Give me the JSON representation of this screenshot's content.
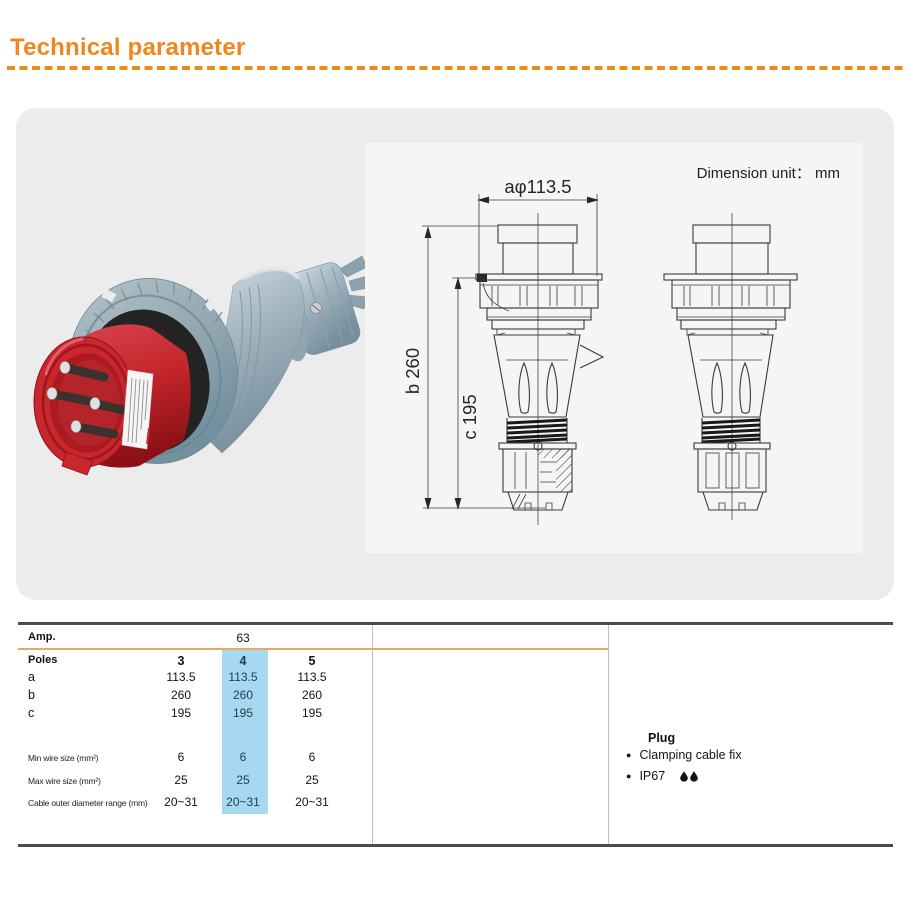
{
  "page": {
    "title": "Technical parameter"
  },
  "drawing": {
    "unit_label": "Dimension unit： mm",
    "dim_a_label": "aφ113.5",
    "dim_b_label": "b 260",
    "dim_c_label": "c 195"
  },
  "table": {
    "amp_label": "Amp.",
    "amp_value": "63",
    "poles_label": "Poles",
    "pole_columns": [
      "3",
      "4",
      "5"
    ],
    "highlighted_column": "4",
    "dim_rows": [
      {
        "label": "a",
        "values": [
          "113.5",
          "113.5",
          "113.5"
        ]
      },
      {
        "label": "b",
        "values": [
          "260",
          "260",
          "260"
        ]
      },
      {
        "label": "c",
        "values": [
          "195",
          "195",
          "195"
        ]
      }
    ],
    "wire_rows": [
      {
        "label": "Min wire size (mm²)",
        "values": [
          "6",
          "6",
          "6"
        ]
      },
      {
        "label": "Max wire size (mm²)",
        "values": [
          "25",
          "25",
          "25"
        ]
      },
      {
        "label": "Cable outer diameter range (mm)",
        "values": [
          "20~31",
          "20~31",
          "20~31"
        ]
      }
    ]
  },
  "info": {
    "heading": "Plug",
    "bullet": "●",
    "items": [
      "Clamping cable fix",
      "IP67"
    ]
  },
  "icons": {
    "after_ip67": "droplet-icon x2"
  },
  "colors": {
    "accent_orange": "#F0861C",
    "table_rule_orange": "#EBA761",
    "highlight_blue": "#A6D8F0",
    "card_gray": "#ECECEC",
    "panel_gray": "#F5F5F4",
    "plug_red": "#C4252C",
    "plug_gray": "#9FB2BD"
  }
}
